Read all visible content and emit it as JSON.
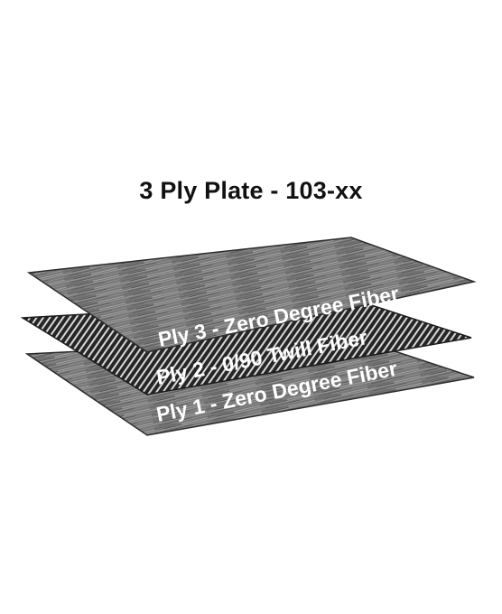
{
  "title": "3 Ply Plate - 103-xx",
  "plies": [
    {
      "id": "ply-3",
      "label": "Ply 3 - Zero Degree Fiber",
      "pattern": "zero-degree-fiber",
      "color": "#7a7a7a"
    },
    {
      "id": "ply-2",
      "label": "Ply 2 - 0/90 Twill Fiber",
      "pattern": "twill-fiber",
      "color": "#2a2a2a"
    },
    {
      "id": "ply-1",
      "label": "Ply 1 - Zero Degree Fiber",
      "pattern": "zero-degree-fiber",
      "color": "#7a7a7a"
    }
  ]
}
